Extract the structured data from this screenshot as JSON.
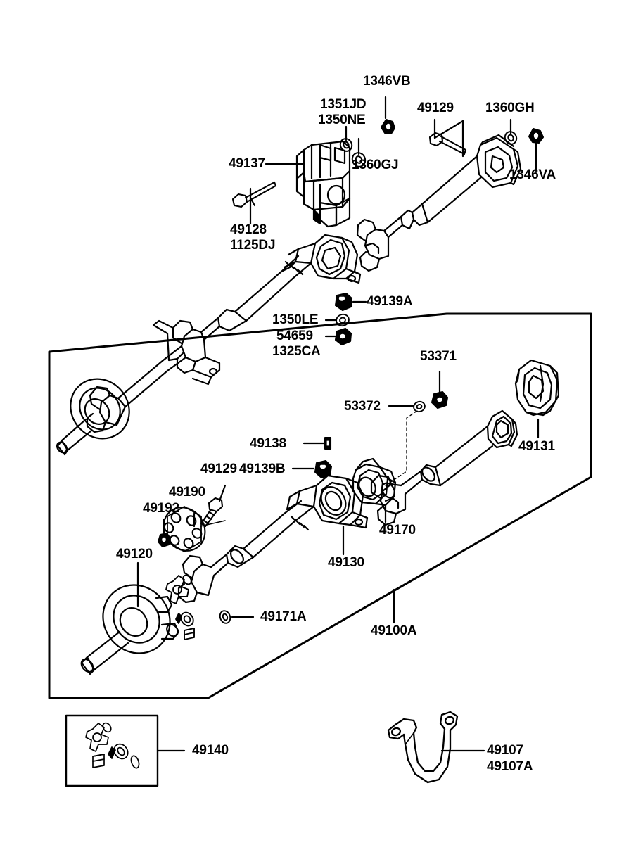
{
  "diagram": {
    "title": "Propeller Shaft Exploded Parts Diagram",
    "background_color": "#ffffff",
    "line_color": "#000000",
    "labels": {
      "l_1346VB": "1346VB",
      "l_1351JD": "1351JD",
      "l_1350NE": "1350NE",
      "l_49129_top": "49129",
      "l_1360GH": "1360GH",
      "l_49137": "49137",
      "l_1360GJ": "1360GJ",
      "l_1346VA": "1346VA",
      "l_49128": "49128",
      "l_1125DJ": "1125DJ",
      "l_49139A": "49139A",
      "l_1350LE": "1350LE",
      "l_54659": "54659",
      "l_1325CA": "1325CA",
      "l_53371": "53371",
      "l_53372": "53372",
      "l_49131": "49131",
      "l_49138": "49138",
      "l_49129_low": "49129",
      "l_49139B": "49139B",
      "l_49190": "49190",
      "l_49192": "49192",
      "l_49170": "49170",
      "l_49120": "49120",
      "l_49130": "49130",
      "l_49171A": "49171A",
      "l_49100A": "49100A",
      "l_49140": "49140",
      "l_49107": "49107",
      "l_49107A": "49107A"
    }
  }
}
